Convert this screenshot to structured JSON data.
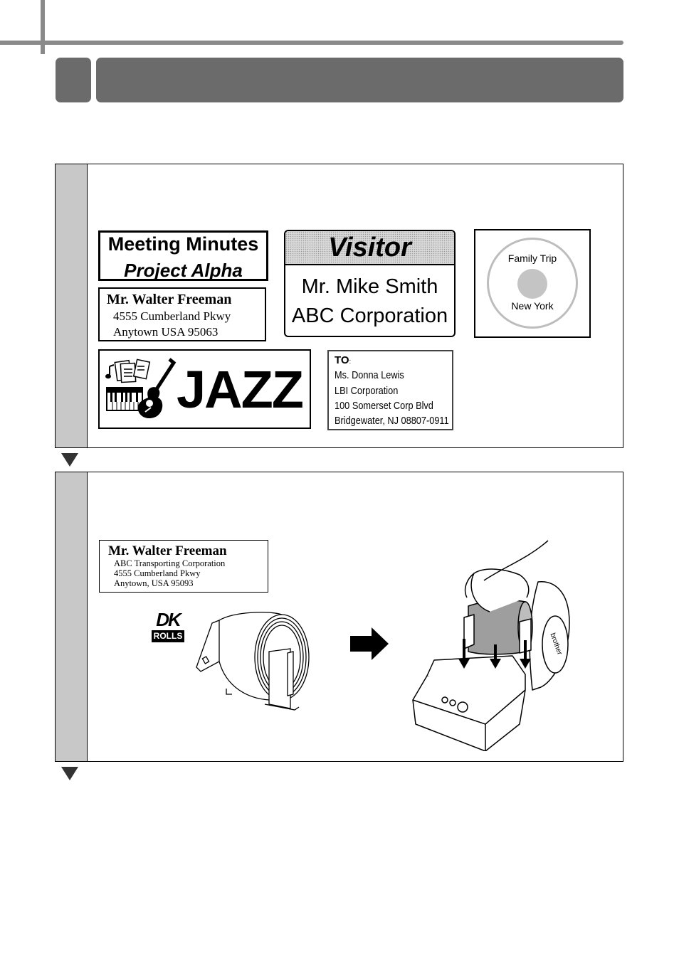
{
  "labels": {
    "meeting": {
      "line1": "Meeting Minutes",
      "line2": "Project Alpha"
    },
    "address1": {
      "name": "Mr. Walter Freeman",
      "line1": "4555 Cumberland Pkwy",
      "line2": "Anytown  USA   95063"
    },
    "visitor": {
      "title": "Visitor",
      "line1": "Mr. Mike Smith",
      "line2": "ABC Corporation"
    },
    "cd": {
      "top": "Family Trip",
      "bottom": "New York"
    },
    "jazz": {
      "text": "JAZZ"
    },
    "to": {
      "heading": "TO",
      "lines": [
        "Ms. Donna Lewis",
        "LBI Corporation",
        "100 Somerset Corp Blvd",
        "Bridgewater, NJ 08807-0911"
      ]
    },
    "address2": {
      "name": "Mr. Walter Freeman",
      "lines": [
        "ABC Transporting Corporation",
        "4555 Cumberland Pkwy",
        "Anytown, USA 95093"
      ]
    }
  },
  "dk_logo": {
    "top": "DK",
    "bottom": "ROLLS"
  },
  "icons": [
    "music-notes-icon",
    "piano-icon",
    "guitar-icon",
    "right-arrow-icon",
    "down-triangle-icon"
  ],
  "colors": {
    "header_bar": "#6b6b6b",
    "step_sidebar": "#c8c8c8",
    "rule": "#8a8a8a"
  }
}
